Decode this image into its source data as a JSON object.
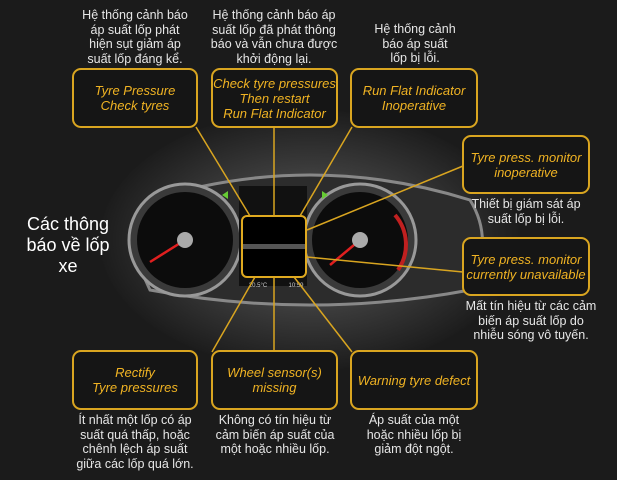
{
  "title": "Các thông báo về lốp xe",
  "accent_color": "#d9a520",
  "messages": [
    {
      "label_lines": [
        "Tyre Pressure",
        "Check tyres"
      ],
      "description_lines": [
        "Hệ thống cảnh báo",
        "áp suất lốp phát",
        "hiện sụt giảm áp",
        "suất lốp đáng kể."
      ]
    },
    {
      "label_lines": [
        "Check tyre pressures",
        "Then restart",
        "Run Flat Indicator"
      ],
      "description_lines": [
        "Hệ thống cảnh báo áp",
        "suất lốp đã phát thông",
        "báo và vẫn chưa được",
        "khởi động lại."
      ]
    },
    {
      "label_lines": [
        "Run Flat Indicator",
        "Inoperative"
      ],
      "description_lines": [
        "Hệ thống cảnh",
        "báo áp suất",
        "lốp bị lỗi."
      ]
    },
    {
      "label_lines": [
        "Tyre press. monitor",
        "inoperative"
      ],
      "description_lines": [
        "Thiết bị giám sát áp",
        "suất lốp bị lỗi."
      ]
    },
    {
      "label_lines": [
        "Tyre press. monitor",
        "currently unavailable"
      ],
      "description_lines": [
        "Mất tín hiệu từ các cảm",
        "biến áp suất lốp do",
        "nhiễu sóng vô tuyến."
      ]
    },
    {
      "label_lines": [
        "Rectify",
        "Tyre pressures"
      ],
      "description_lines": [
        "Ít nhất một lốp có áp",
        "suất quá thấp, hoặc",
        "chênh lệch áp suất",
        "giữa các lốp quá lớn."
      ]
    },
    {
      "label_lines": [
        "Wheel sensor(s)",
        "missing"
      ],
      "description_lines": [
        "Không có tín hiệu từ",
        "cảm biến áp suất của",
        "một hoặc nhiều lốp."
      ]
    },
    {
      "label_lines": [
        "Warning tyre defect"
      ],
      "description_lines": [
        "Áp suất của một",
        "hoặc nhiều lốp bị",
        "giảm đột ngột."
      ]
    }
  ],
  "cluster": {
    "temperature": "20.5°C",
    "time": "10:59"
  }
}
